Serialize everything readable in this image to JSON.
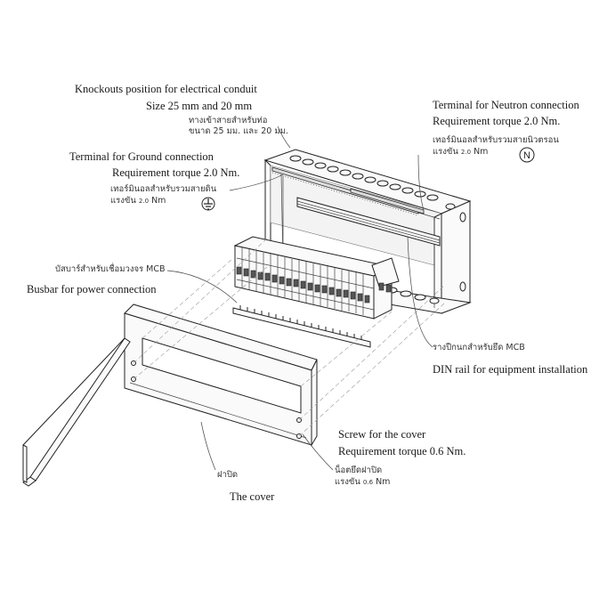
{
  "labels": {
    "knockouts": {
      "title": "Knockouts position for electrical conduit",
      "size": "Size 25 mm and 20 mm",
      "thai_1": "ทางเข้าสายสำหรับท่อ",
      "thai_2": "ขนาด 25 มม. และ 20 มม."
    },
    "neutron": {
      "title": "Terminal for Neutron connection",
      "torque": "Requirement torque 2.0 Nm.",
      "thai_1": "เทอร์มินอลสำหรับรวมสายนิวตรอน",
      "thai_2": "แรงขัน",
      "value": "2.0",
      "unit": "Nm",
      "symbol": "N"
    },
    "ground": {
      "title": "Terminal for Ground connection",
      "torque": "Requirement torque 2.0 Nm.",
      "thai_1": "เทอร์มินอลสำหรับรวมสายดิน",
      "thai_2": "แรงขัน",
      "value": "2.0",
      "unit": "Nm"
    },
    "busbar": {
      "thai": "บัสบาร์สำหรับเชื่อมวงจร MCB",
      "title": "Busbar for power connection"
    },
    "dinrail": {
      "thai": "รางปีกนกสำหรับยึด MCB",
      "title": "DIN rail for equipment installation"
    },
    "screw": {
      "title": "Screw for the cover",
      "torque": "Requirement torque 0.6 Nm.",
      "thai_1": "น็อตยึดฝาปิด",
      "thai_2": "แรงขัน",
      "value": "0.6",
      "unit": "Nm"
    },
    "cover": {
      "thai": "ฝาปิด",
      "title": "The cover"
    }
  },
  "icons": {
    "ground": "ground-symbol-icon",
    "neutral": "neutral-symbol-icon"
  }
}
